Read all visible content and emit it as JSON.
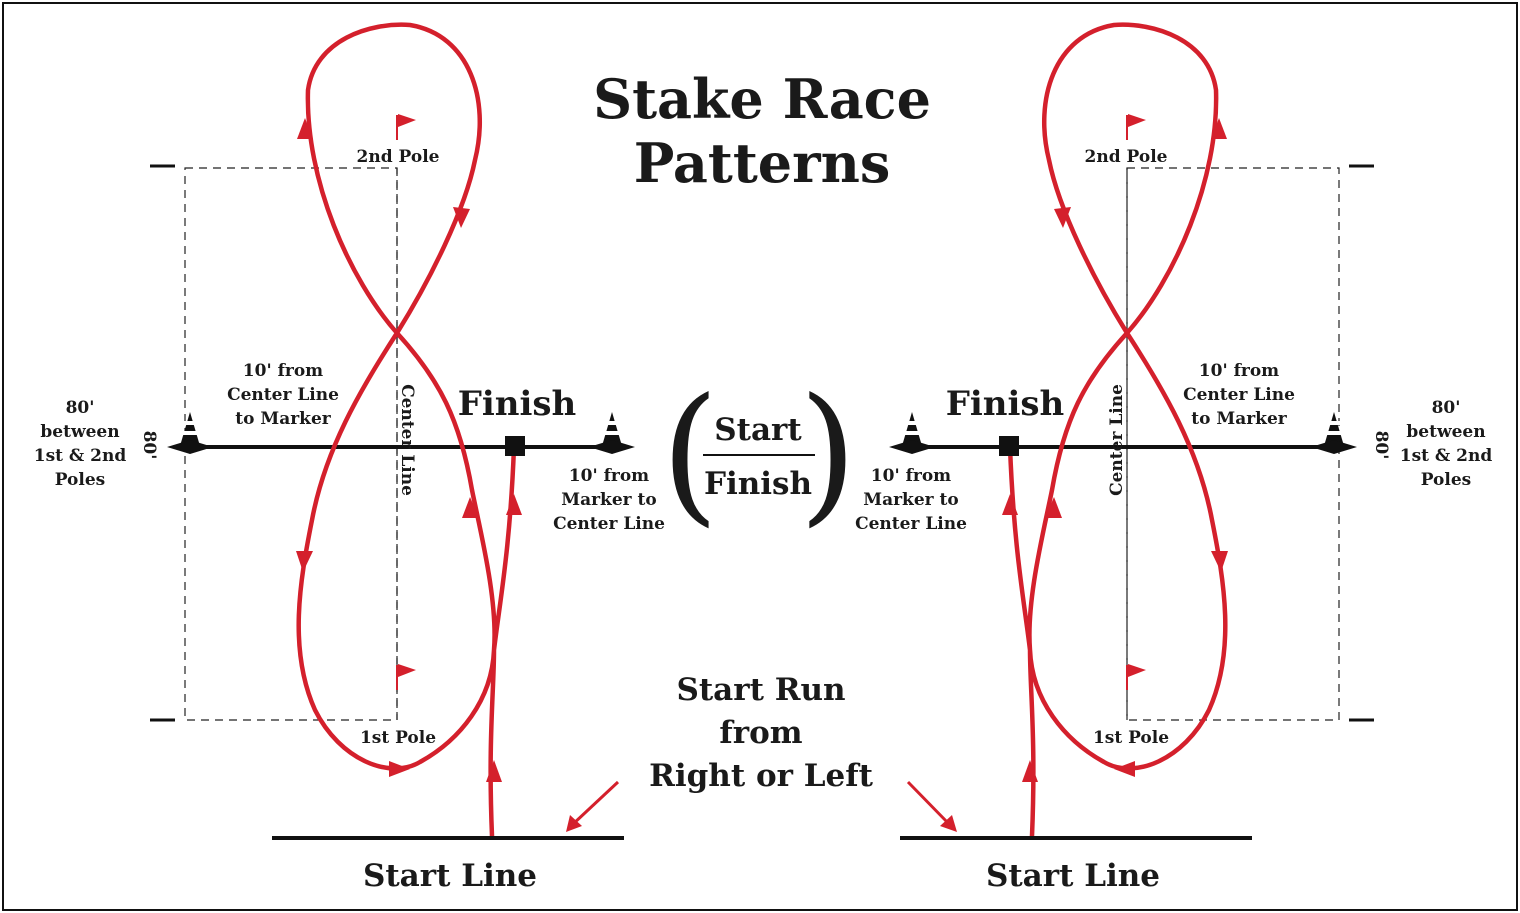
{
  "title": {
    "line1": "Stake Race",
    "line2": "Patterns"
  },
  "center_fraction": {
    "numerator": "Start",
    "denominator": "Finish"
  },
  "start_run": {
    "line1": "Start Run",
    "line2": "from",
    "line3": "Right or Left"
  },
  "left": {
    "second_pole": "2nd Pole",
    "first_pole": "1st Pole",
    "center_line": "Center Line",
    "finish": "Finish",
    "marker_note": {
      "l1": "10' from",
      "l2": "Center Line",
      "l3": "to Marker"
    },
    "center_note": {
      "l1": "10' from",
      "l2": "Marker to",
      "l3": "Center Line"
    },
    "distance_note": {
      "l1": "80'",
      "l2": "between",
      "l3": "1st & 2nd",
      "l4": "Poles"
    },
    "dim_label": "80'",
    "start_line": "Start Line"
  },
  "right": {
    "second_pole": "2nd Pole",
    "first_pole": "1st Pole",
    "center_line": "Center Line",
    "finish": "Finish",
    "marker_note": {
      "l1": "10' from",
      "l2": "Center Line",
      "l3": "to Marker"
    },
    "center_note": {
      "l1": "10' from",
      "l2": "Marker to",
      "l3": "Center Line"
    },
    "distance_note": {
      "l1": "80'",
      "l2": "between",
      "l3": "1st & 2nd",
      "l4": "Poles"
    },
    "dim_label": "80'",
    "start_line": "Start Line"
  },
  "colors": {
    "path": "#d4202c",
    "ink": "#111111",
    "flag": "#d4202c"
  }
}
